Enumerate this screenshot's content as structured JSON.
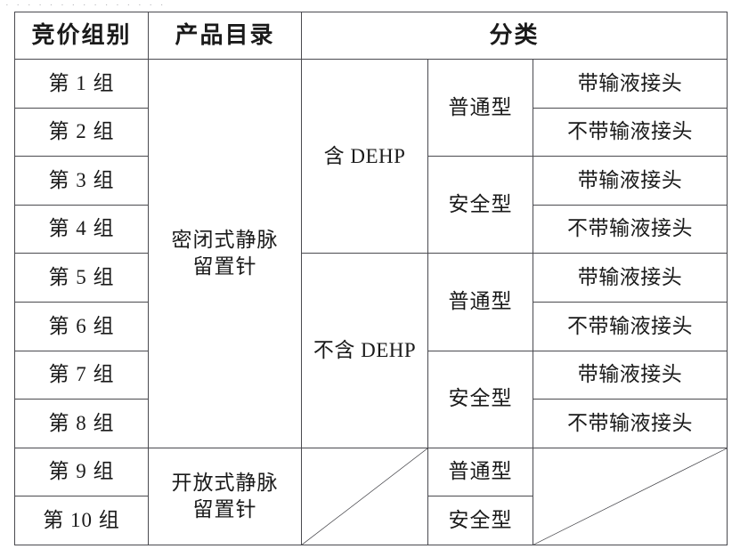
{
  "document": {
    "top_cropped_text": "· · · · · · · · · · · · · · ·"
  },
  "table": {
    "headers": {
      "group": "竞价组别",
      "catalog": "产品目录",
      "category": "分类"
    },
    "catalogs": [
      {
        "line1": "密闭式静脉",
        "line2": "留置针"
      },
      {
        "line1": "开放式静脉",
        "line2": "留置针"
      }
    ],
    "dehp": {
      "with": "含 DEHP",
      "without": "不含 DEHP",
      "none": ""
    },
    "types": {
      "normal": "普通型",
      "safety": "安全型"
    },
    "connectors": {
      "with": "带输液接头",
      "without": "不带输液接头",
      "none": ""
    },
    "groups": [
      {
        "label": "第 1 组"
      },
      {
        "label": "第 2 组"
      },
      {
        "label": "第 3 组"
      },
      {
        "label": "第 4 组"
      },
      {
        "label": "第 5 组"
      },
      {
        "label": "第 6 组"
      },
      {
        "label": "第 7 组"
      },
      {
        "label": "第 8 组"
      },
      {
        "label": "第 9 组"
      },
      {
        "label": "第 10 组"
      }
    ],
    "rows": [
      {
        "group": "第 1 组",
        "catalog": "密闭式静脉留置针",
        "dehp": "含 DEHP",
        "type": "普通型",
        "connector": "带输液接头"
      },
      {
        "group": "第 2 组",
        "catalog": "密闭式静脉留置针",
        "dehp": "含 DEHP",
        "type": "普通型",
        "connector": "不带输液接头"
      },
      {
        "group": "第 3 组",
        "catalog": "密闭式静脉留置针",
        "dehp": "含 DEHP",
        "type": "安全型",
        "connector": "带输液接头"
      },
      {
        "group": "第 4 组",
        "catalog": "密闭式静脉留置针",
        "dehp": "含 DEHP",
        "type": "安全型",
        "connector": "不带输液接头"
      },
      {
        "group": "第 5 组",
        "catalog": "密闭式静脉留置针",
        "dehp": "不含 DEHP",
        "type": "普通型",
        "connector": "带输液接头"
      },
      {
        "group": "第 6 组",
        "catalog": "密闭式静脉留置针",
        "dehp": "不含 DEHP",
        "type": "普通型",
        "connector": "不带输液接头"
      },
      {
        "group": "第 7 组",
        "catalog": "密闭式静脉留置针",
        "dehp": "不含 DEHP",
        "type": "安全型",
        "connector": "带输液接头"
      },
      {
        "group": "第 8 组",
        "catalog": "密闭式静脉留置针",
        "dehp": "不含 DEHP",
        "type": "安全型",
        "connector": "不带输液接头"
      },
      {
        "group": "第 9 组",
        "catalog": "开放式静脉留置针",
        "dehp": "",
        "type": "普通型",
        "connector": ""
      },
      {
        "group": "第 10 组",
        "catalog": "开放式静脉留置针",
        "dehp": "",
        "type": "安全型",
        "connector": ""
      }
    ]
  }
}
